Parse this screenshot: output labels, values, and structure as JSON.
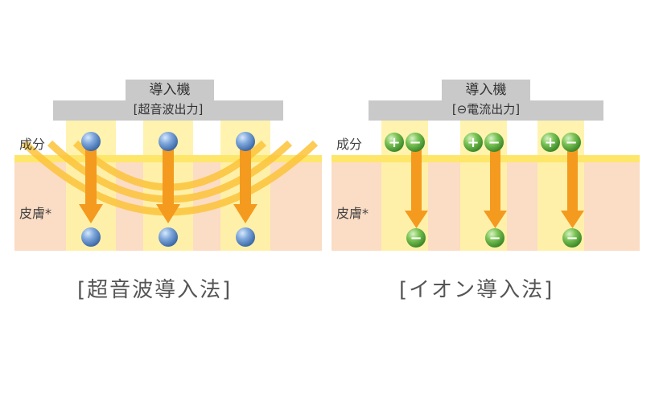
{
  "left_panel": {
    "device_title": "導入機",
    "device_mode": "[超音波出力]",
    "component_label": "成分",
    "skin_label": "皮膚*",
    "caption": "[超音波導入法]"
  },
  "right_panel": {
    "device_title": "導入機",
    "device_mode": "[⊖電流出力]",
    "component_label": "成分",
    "skin_label": "皮膚*",
    "caption": "[イオン導入法]",
    "plus_sign": "+",
    "minus_sign": "−"
  },
  "colors": {
    "skin": "#fbdcc4",
    "surface": "#fde66a",
    "column": "#fff2a6",
    "arrow": "#f49a1f",
    "device": "#c9c9c9",
    "blue_particle": "#5d8fcf",
    "green_particle": "#6fb84a"
  }
}
